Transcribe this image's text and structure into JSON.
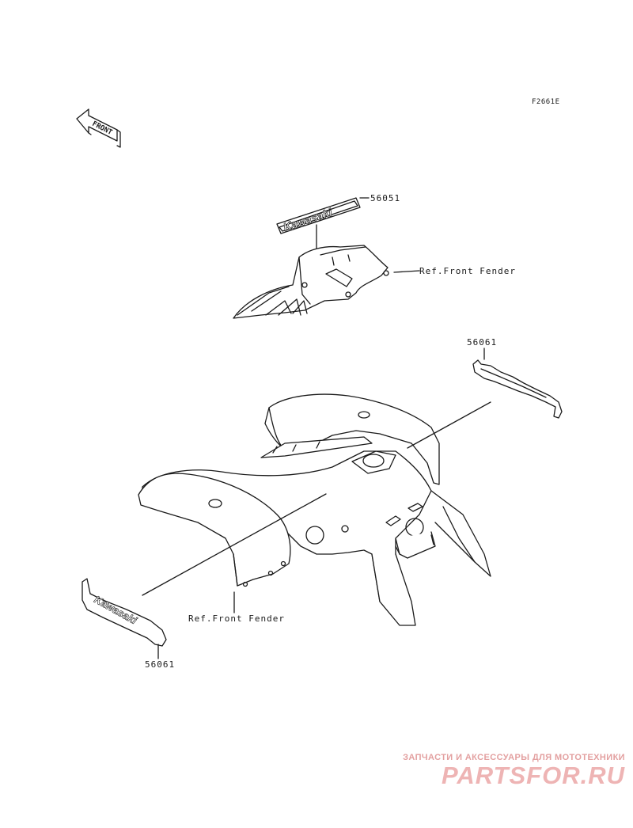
{
  "diagram": {
    "code": "F2661E",
    "direction_label": "FRONT",
    "logo_text": "Kawasaki",
    "logo_text_2": "Kawasaki",
    "parts": [
      {
        "number": "56051"
      },
      {
        "number": "56061"
      },
      {
        "number": "56061"
      }
    ],
    "references": [
      {
        "text": "Ref.Front Fender"
      },
      {
        "text": "Ref.Front Fender"
      }
    ]
  },
  "watermark": {
    "tagline": "ЗАПЧАСТИ И АКСЕССУАРЫ ДЛЯ МОТОТЕХНИКИ",
    "brand": "PARTSFOR.RU"
  }
}
